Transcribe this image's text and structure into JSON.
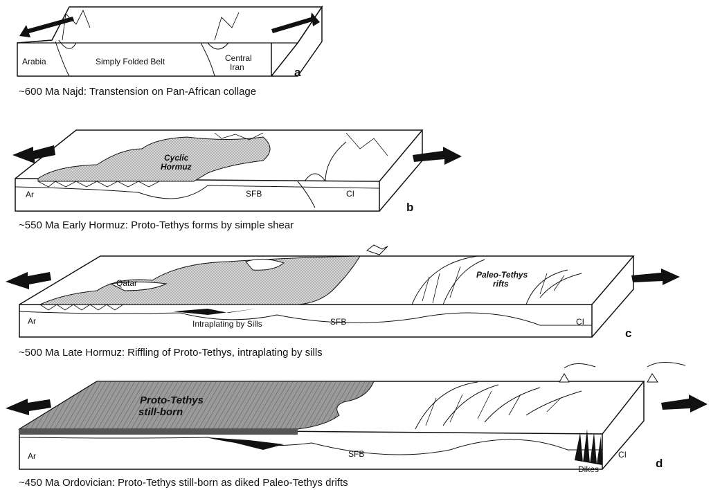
{
  "panels": [
    {
      "letter": "a",
      "caption": "~600 Ma Najd: Transtension on Pan-African collage",
      "labels": {
        "left": "Arabia",
        "middle": "Simply Folded Belt",
        "right_line1": "Central",
        "right_line2": "Iran"
      }
    },
    {
      "letter": "b",
      "caption": "~550 Ma Early Hormuz: Proto-Tethys forms by simple shear",
      "labels": {
        "left": "Ar",
        "middle": "SFB",
        "right": "CI",
        "basin_line1": "Cyclic",
        "basin_line2": "Hormuz"
      }
    },
    {
      "letter": "c",
      "caption": "~500 Ma Late Hormuz: Riffling of Proto-Tethys, intraplating by sills",
      "labels": {
        "left": "Ar",
        "middle": "SFB",
        "right": "CI",
        "qatar": "Qatar",
        "sills": "Intraplating by Sills",
        "rift_line1": "Paleo-Tethys",
        "rift_line2": "rifts"
      }
    },
    {
      "letter": "d",
      "caption": "~450 Ma Ordovician: Proto-Tethys still-born as diked Paleo-Tethys drifts",
      "labels": {
        "left": "Ar",
        "middle": "SFB",
        "right": "CI",
        "basin_line1": "Proto-Tethys",
        "basin_line2": "still-born",
        "dikes": "Dikes"
      }
    }
  ],
  "colors": {
    "ink": "#111111",
    "paper": "#ffffff",
    "basin_light": "#cfcfcf",
    "basin_dark": "#8a8a8a"
  }
}
